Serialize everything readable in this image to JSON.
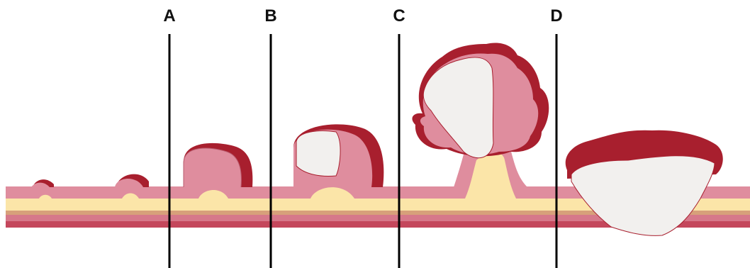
{
  "stage_labels": [
    "A",
    "B",
    "C",
    "D"
  ],
  "colors": {
    "background": "#ffffff",
    "mucosa_pink": "#df8d9e",
    "mucosa_outline": "#b95a6c",
    "dark_red_cap": "#a81f2e",
    "submucosa_yellow": "#fbe5a8",
    "muscle_tan": "#d7a07a",
    "muscle_rose": "#d6788a",
    "muscle_red": "#c4475c",
    "white_core": "#f2f0ee",
    "divider_line": "#000000"
  }
}
